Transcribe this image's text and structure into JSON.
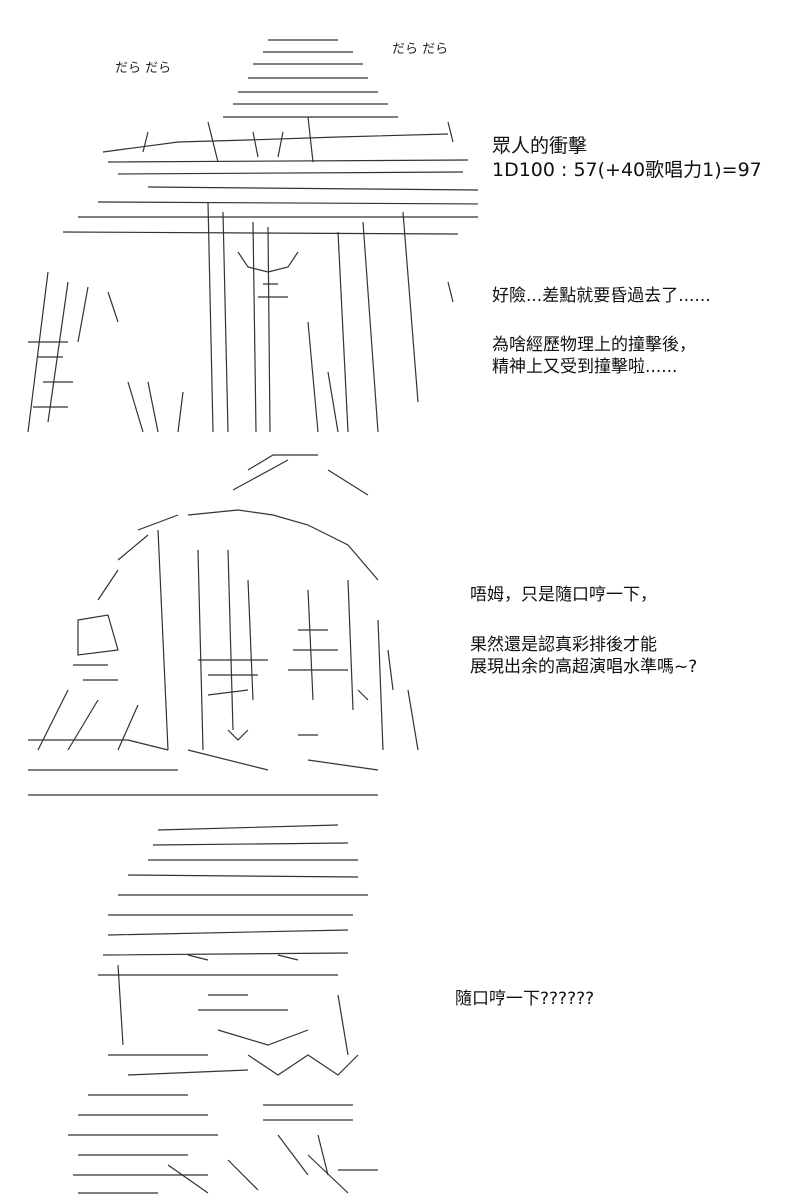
{
  "panels": [
    {
      "sfx_left": "だら だら",
      "sfx_right": "だら だら",
      "dice_lines": [
        "眾人的衝擊",
        "1D100 : 57(+40歌唱力1)=97"
      ],
      "text_lines_1": [
        "好險...差點就要昏過去了......"
      ],
      "text_lines_2": [
        "為啥經歷物理上的撞擊後，",
        "精神上又受到撞擊啦......"
      ]
    },
    {
      "text_lines_1": [
        "唔姆，只是隨口哼一下，"
      ],
      "text_lines_2": [
        "果然還是認真彩排後才能",
        "展現出余的高超演唱水準嗎~?"
      ]
    },
    {
      "text_lines_1": [
        "隨口哼一下??????"
      ]
    }
  ]
}
